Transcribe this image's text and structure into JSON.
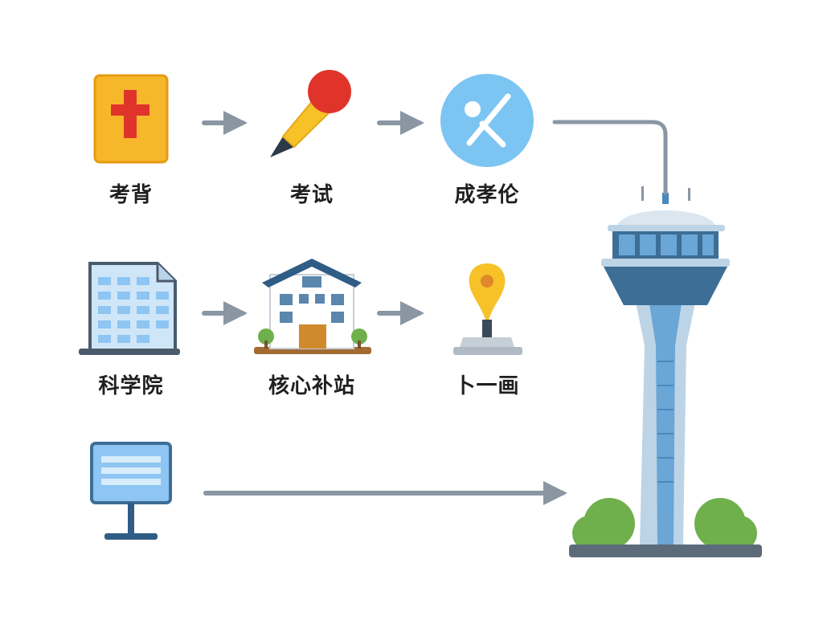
{
  "nodes": [
    {
      "id": "n1",
      "label": "考背",
      "icon": "red-cross-card-icon"
    },
    {
      "id": "n2",
      "label": "考试",
      "icon": "pencil-icon"
    },
    {
      "id": "n3",
      "label": "成孝伦",
      "icon": "crossed-tools-icon"
    },
    {
      "id": "n4",
      "label": "科学院",
      "icon": "building-document-icon"
    },
    {
      "id": "n5",
      "label": "核心补站",
      "icon": "house-icon"
    },
    {
      "id": "n6",
      "label": "卜一画",
      "icon": "map-pin-icon"
    },
    {
      "id": "n7",
      "label": "",
      "icon": "monitor-icon"
    },
    {
      "id": "tower",
      "label": "",
      "icon": "control-tower-icon"
    }
  ],
  "edges": [
    {
      "from": "n1",
      "to": "n2"
    },
    {
      "from": "n2",
      "to": "n3"
    },
    {
      "from": "n4",
      "to": "n5"
    },
    {
      "from": "n5",
      "to": "n6"
    },
    {
      "from": "n3",
      "to": "tower"
    },
    {
      "from": "n7",
      "to": "tower"
    }
  ],
  "colors": {
    "arrow": "#8a96a3",
    "yellow": "#f6b82a",
    "red": "#e0342b",
    "blue_light": "#7cc4f2",
    "tower_dark": "#3c6e96",
    "tower_light": "#bcd4e6",
    "green": "#6fb04d"
  }
}
